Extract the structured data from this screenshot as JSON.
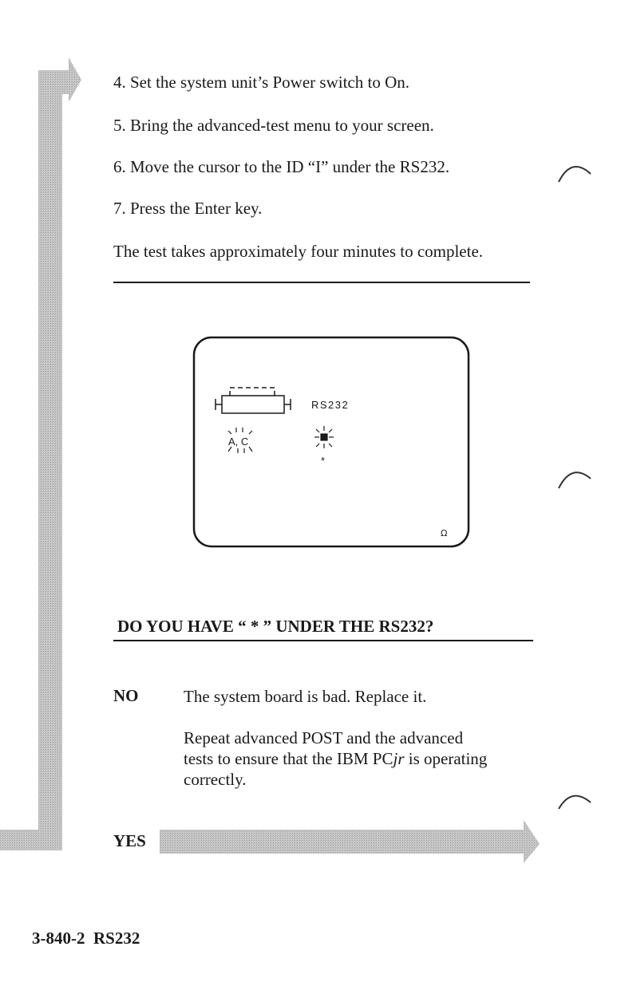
{
  "steps": [
    {
      "number": "4.",
      "text": "Set the system unit’s Power switch to On."
    },
    {
      "number": "5.",
      "text": "Bring the advanced-test menu to your screen."
    },
    {
      "number": "6.",
      "text": "Move the cursor to the ID “I” under the RS232."
    },
    {
      "number": "7.",
      "text": "Press the Enter key."
    }
  ],
  "note": "The test takes approximately four minutes to complete.",
  "screen": {
    "device_label": "RS232",
    "status_left": "A, C",
    "status_right": "*",
    "corner_symbol": "Ω"
  },
  "question": "DO YOU HAVE “ * ” UNDER THE RS232?",
  "no_answer": {
    "label": "NO",
    "line1": "The system board is bad. Replace it.",
    "line2": "Repeat advanced POST and the advanced",
    "line3_before": "tests to ensure that the IBM PC",
    "line3_italic": "jr",
    "line3_after": " is operating",
    "line4": "correctly."
  },
  "yes_answer": {
    "label": "YES"
  },
  "footer": {
    "page_id": "3-840-2",
    "section": "RS232"
  }
}
